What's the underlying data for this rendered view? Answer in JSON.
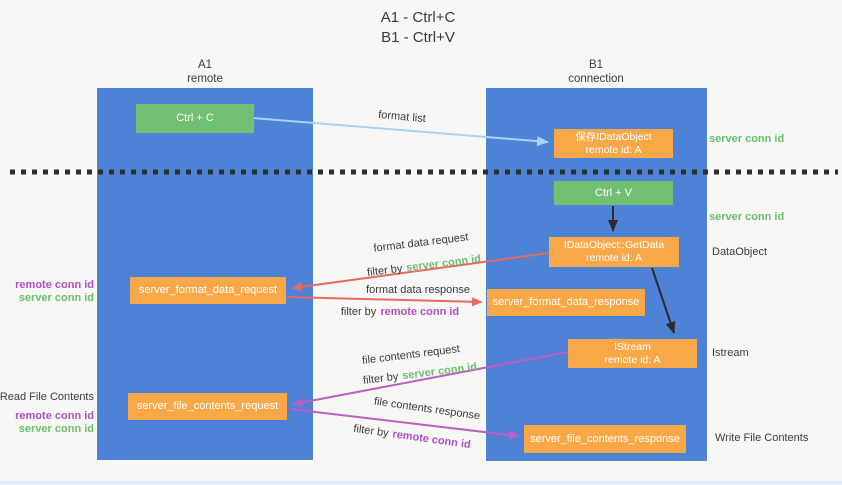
{
  "title": {
    "line1": "A1 - Ctrl+C",
    "line2": "B1 - Ctrl+V"
  },
  "lanes": {
    "a1": {
      "name": "A1",
      "role": "remote"
    },
    "b1": {
      "name": "B1",
      "role": "connection"
    }
  },
  "nodes": {
    "ctrl_c": {
      "label": "Ctrl + C"
    },
    "ctrl_v": {
      "label": "Ctrl + V"
    },
    "save_idataobject": {
      "line1": "保存IDataObject",
      "line2": "remote id: A"
    },
    "getdata": {
      "line1": "IDataObject::GetData",
      "line2": "remote id: A"
    },
    "istream": {
      "line1": "IStream",
      "line2": "remote id: A"
    },
    "server_format_data_request": {
      "label": "server_format_data_request"
    },
    "server_format_data_response": {
      "label": "server_format_data_response"
    },
    "server_file_contents_request": {
      "label": "server_file_contents_request"
    },
    "server_file_contents_response": {
      "label": "server_file_contents_response"
    }
  },
  "edge_labels": {
    "format_list": "format list",
    "format_data_request": "format data request",
    "format_data_response": "format data response",
    "file_contents_request": "file contents request",
    "file_contents_response": "file contents response",
    "filter_by": "filter by",
    "server_conn_id": "server conn id",
    "remote_conn_id": "remote conn id"
  },
  "side_labels": {
    "server_conn_id_top": "server conn id",
    "server_conn_id_mid": "server conn id",
    "dataobject": "DataObject",
    "istream": "Istream",
    "write_file_contents": "Write File Contents",
    "read_file_contents": "Read File Contents",
    "remote_conn_id_1": "remote conn id",
    "server_conn_id_1": "server conn id",
    "remote_conn_id_2": "remote conn id",
    "server_conn_id_2": "server conn id"
  },
  "colors": {
    "lane_blue": "#4d82d7",
    "box_green": "#71bf72",
    "box_orange": "#f9a847",
    "arrow_lightblue": "#a9d3f2",
    "arrow_red": "#e8695e",
    "arrow_purple": "#bf5fc4",
    "arrow_black": "#2b2b2b",
    "text_green": "#6abf6d",
    "text_purple": "#b14fc4",
    "text_dark": "#3a3a3a",
    "background": "#f7f7f5"
  }
}
